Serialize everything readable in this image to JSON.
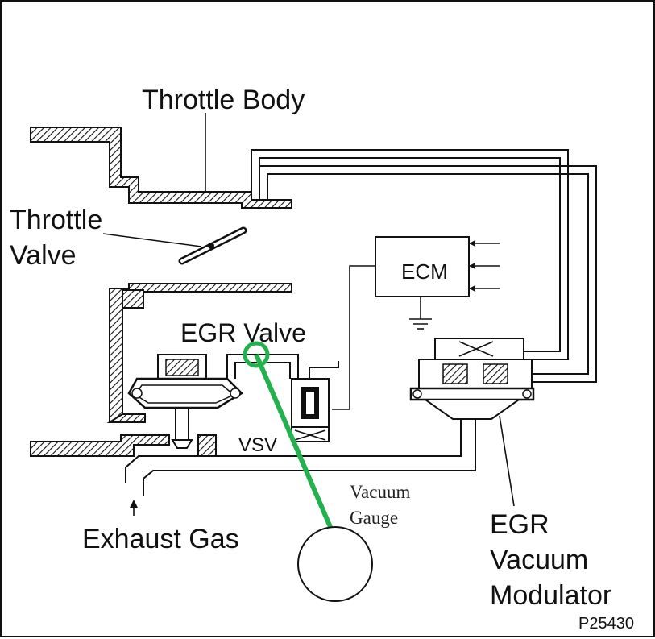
{
  "labels": {
    "throttle_body": "Throttle Body",
    "throttle_valve_line1": "Throttle",
    "throttle_valve_line2": "Valve",
    "ecm": "ECM",
    "egr_valve": "EGR Valve",
    "vsv": "VSV",
    "exhaust_gas": "Exhaust Gas",
    "vacuum_gauge_line1": "Vacuum",
    "vacuum_gauge_line2": "Gauge",
    "modulator_line1": "EGR",
    "modulator_line2": "Vacuum",
    "modulator_line3": "Modulator",
    "figure_code": "P25430"
  },
  "colors": {
    "line": "#111111",
    "gauge_hose": "#22b14c",
    "background": "#ffffff"
  }
}
